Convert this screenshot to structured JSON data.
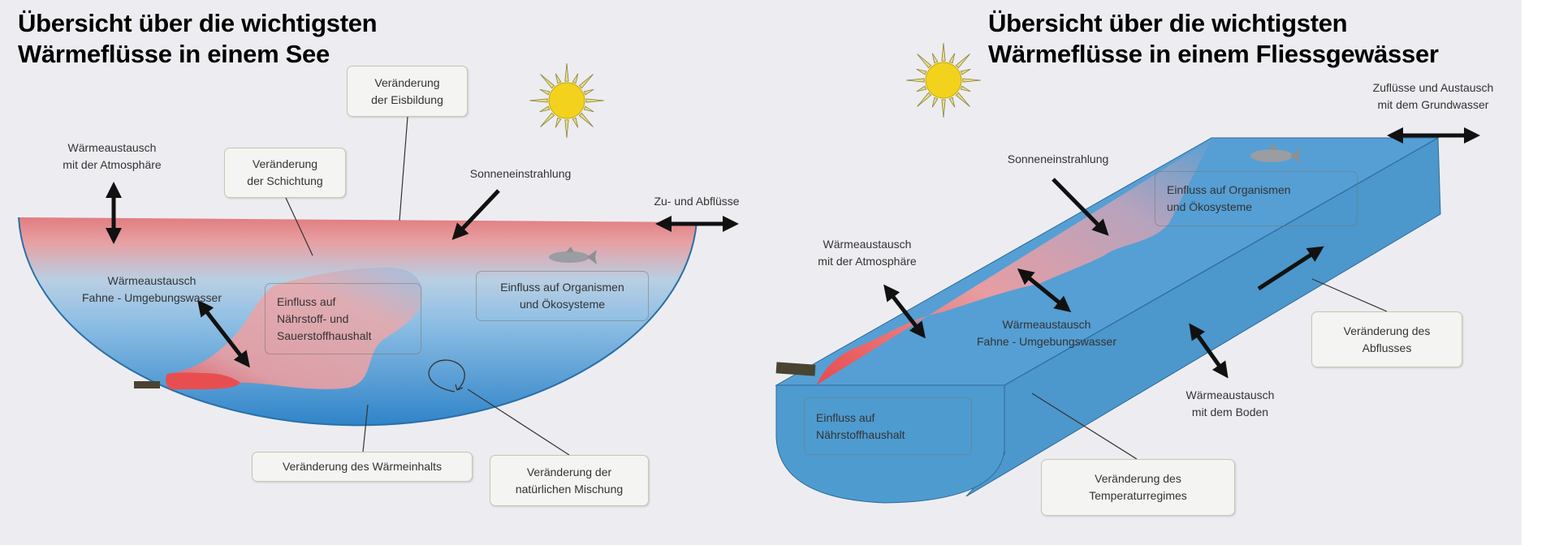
{
  "colors": {
    "background": "#ededf1",
    "water": "#4d9bd0",
    "warm": "#e8545a",
    "arrow": "#111111",
    "sun": "#f2d21c"
  },
  "lake": {
    "title": [
      "Übersicht über die wichtigsten",
      "Wärmeflüsse in einem See"
    ],
    "labels": {
      "ice": [
        "Veränderung",
        "der Eisbildung"
      ],
      "atmosphere": [
        "Wärmeaustausch",
        "mit der Atmosphäre"
      ],
      "stratification": [
        "Veränderung",
        "der Schichtung"
      ],
      "solar": "Sonneneinstrahlung",
      "inflow": "Zu- und Abflüsse",
      "organisms": [
        "Einfluss auf Organismen",
        "und Ökosysteme"
      ],
      "plume": [
        "Wärmeaustausch",
        "Fahne - Umgebungswasser"
      ],
      "nutrients": [
        "Einfluss auf",
        "Nährstoff- und",
        "Sauerstoffhaushalt"
      ],
      "heat_content": "Veränderung des Wärmeinhalts",
      "mixing": [
        "Veränderung der",
        "natürlichen Mischung"
      ]
    }
  },
  "river": {
    "title": [
      "Übersicht über die wichtigsten",
      "Wärmeflüsse in einem Fliessgewässer"
    ],
    "labels": {
      "groundwater": [
        "Zuflüsse und Austausch",
        "mit dem Grundwasser"
      ],
      "solar": "Sonneneinstrahlung",
      "organisms": [
        "Einfluss auf Organismen",
        "und Ökosysteme"
      ],
      "atmosphere": [
        "Wärmeaustausch",
        "mit der Atmosphäre"
      ],
      "plume": [
        "Wärmeaustausch",
        "Fahne - Umgebungswasser"
      ],
      "discharge": [
        "Veränderung des",
        "Abflusses"
      ],
      "ground": [
        "Wärmeaustausch",
        "mit dem Boden"
      ],
      "nutrients": [
        "Einfluss auf",
        "Nährstoffhaushalt"
      ],
      "temperature": [
        "Veränderung des",
        "Temperaturregimes"
      ]
    }
  }
}
